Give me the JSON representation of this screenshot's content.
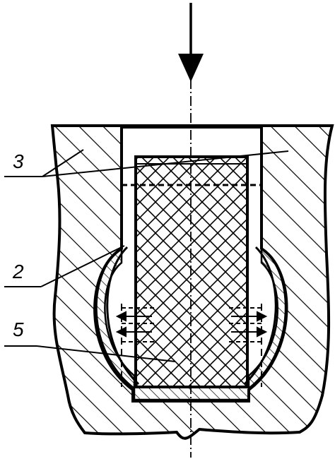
{
  "diagram": {
    "labels": [
      {
        "id": "label-3",
        "text": "3"
      },
      {
        "id": "label-2",
        "text": "2"
      },
      {
        "id": "label-5",
        "text": "5"
      }
    ],
    "colors": {
      "stroke": "#000000",
      "background": "#ffffff"
    },
    "icons": {
      "force": "down-arrow-icon"
    }
  }
}
